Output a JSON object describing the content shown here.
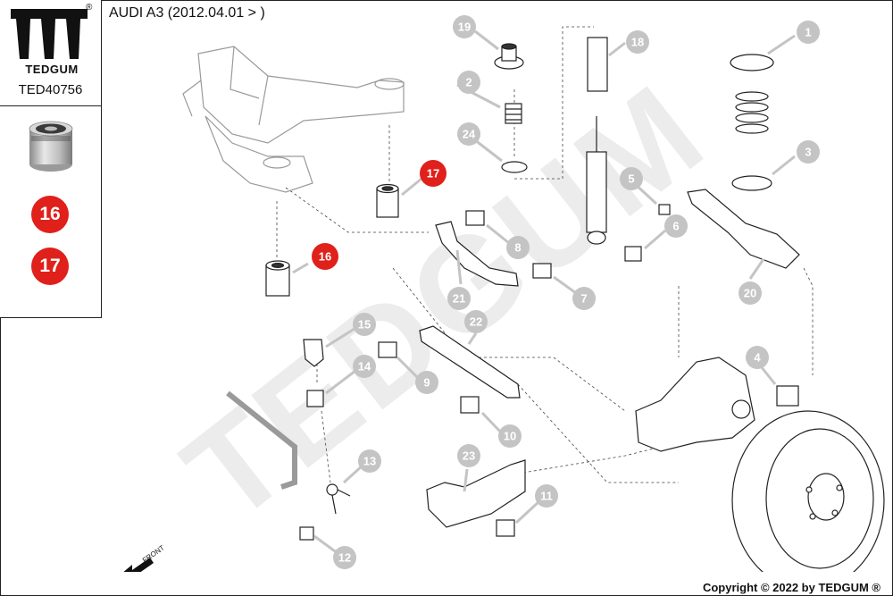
{
  "header": {
    "brand_name": "TEDGUM",
    "registered_mark": "®",
    "part_number": "TED40756",
    "vehicle_title": "AUDI A3 (2012.04.01 > )"
  },
  "sidebar": {
    "highlighted_positions": [
      "16",
      "17"
    ]
  },
  "diagram": {
    "watermark": "TEDGUM",
    "front_label": "FRONT",
    "callouts": [
      {
        "num": "1",
        "highlight": false
      },
      {
        "num": "2",
        "highlight": false
      },
      {
        "num": "3",
        "highlight": false
      },
      {
        "num": "4",
        "highlight": false
      },
      {
        "num": "5",
        "highlight": false
      },
      {
        "num": "6",
        "highlight": false
      },
      {
        "num": "7",
        "highlight": false
      },
      {
        "num": "8",
        "highlight": false
      },
      {
        "num": "9",
        "highlight": false
      },
      {
        "num": "10",
        "highlight": false
      },
      {
        "num": "11",
        "highlight": false
      },
      {
        "num": "12",
        "highlight": false
      },
      {
        "num": "13",
        "highlight": false
      },
      {
        "num": "14",
        "highlight": false
      },
      {
        "num": "15",
        "highlight": false
      },
      {
        "num": "16",
        "highlight": true
      },
      {
        "num": "17",
        "highlight": true
      },
      {
        "num": "18",
        "highlight": false
      },
      {
        "num": "19",
        "highlight": false
      },
      {
        "num": "20",
        "highlight": false
      },
      {
        "num": "21",
        "highlight": false
      },
      {
        "num": "22",
        "highlight": false
      },
      {
        "num": "23",
        "highlight": false
      },
      {
        "num": "24",
        "highlight": false
      }
    ]
  },
  "footer": {
    "copyright": "Copyright © 2022 by TEDGUM ®"
  },
  "colors": {
    "highlight_red": "#e0201b",
    "callout_gray": "#c4c4c4",
    "line_dark": "#222222",
    "watermark_gray": "#ececec"
  }
}
